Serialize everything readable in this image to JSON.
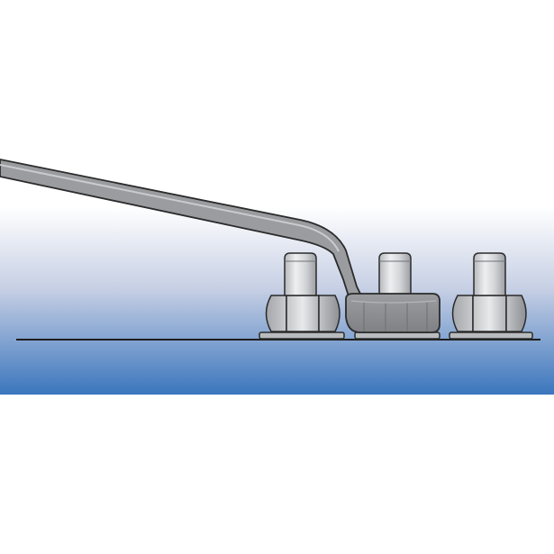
{
  "diagram": {
    "subject": "offset-ring-wrench-on-hex-nut",
    "nut_count": 3,
    "engaged_nut_index": 2,
    "colors": {
      "background": "#ffffff",
      "band_top": "#ffffff",
      "band_mid": "#c6cfe4",
      "band_bottom": "#3b76bd",
      "metal_light": "#e4e5e7",
      "metal_mid": "#c4c6c9",
      "metal_dark": "#8b8e92",
      "wrench": "#9a9c9f",
      "wrench_ring": "#898b8e",
      "outline": "#2b2b2b",
      "ground_line": "#1e1e1e"
    }
  }
}
